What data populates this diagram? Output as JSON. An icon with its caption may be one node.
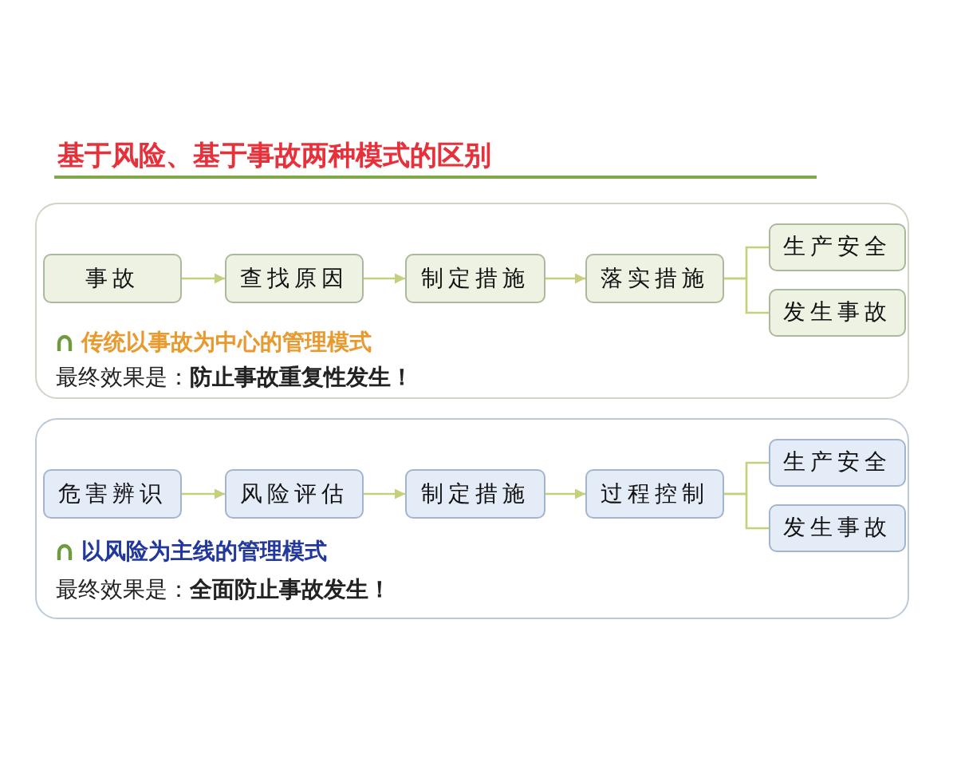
{
  "diagram": {
    "title": "基于风险、基于事故两种模式的区别",
    "nodes": [
      {
        "text": [
          "传统以事故为中心的管理模式",
          "最终效果是：**防止事故重复性发生！**"
        ]
      },
      {
        "text": [
          "事故"
        ],
        "in": 0
      },
      {
        "text": [
          "查找原因"
        ],
        "in": 0
      },
      {
        "text": [
          "制定措施"
        ],
        "in": 0
      },
      {
        "text": [
          "落实措施"
        ],
        "in": 0
      },
      {
        "text": [
          "生产安全"
        ],
        "in": 0
      },
      {
        "text": [
          "发生事故"
        ],
        "in": 0
      },
      {
        "text": [
          "以风险为主线的管理模式",
          "最终效果是：**全面防止事故发生！**"
        ]
      },
      {
        "text": [
          "危害辨识"
        ],
        "in": 7
      },
      {
        "text": [
          "风险评估"
        ],
        "in": 7
      },
      {
        "text": [
          "制定措施"
        ],
        "in": 7
      },
      {
        "text": [
          "过程控制"
        ],
        "in": 7
      },
      {
        "text": [
          "生产安全"
        ],
        "in": 7
      },
      {
        "text": [
          "发生事故"
        ],
        "in": 7
      }
    ],
    "edges": [
      {
        "from": 1,
        "to": 2,
        "arrow": "to"
      },
      {
        "from": 2,
        "to": 3,
        "arrow": "to"
      },
      {
        "from": 3,
        "to": 4,
        "arrow": "to"
      },
      {
        "from": 4,
        "to": 5,
        "arrow": "none"
      },
      {
        "from": 4,
        "to": 6,
        "arrow": "none"
      },
      {
        "from": 8,
        "to": 9,
        "arrow": "to"
      },
      {
        "from": 9,
        "to": 10,
        "arrow": "to"
      },
      {
        "from": 10,
        "to": 11,
        "arrow": "to"
      },
      {
        "from": 11,
        "to": 12,
        "arrow": "none"
      },
      {
        "from": 11,
        "to": 13,
        "arrow": "none"
      }
    ]
  }
}
